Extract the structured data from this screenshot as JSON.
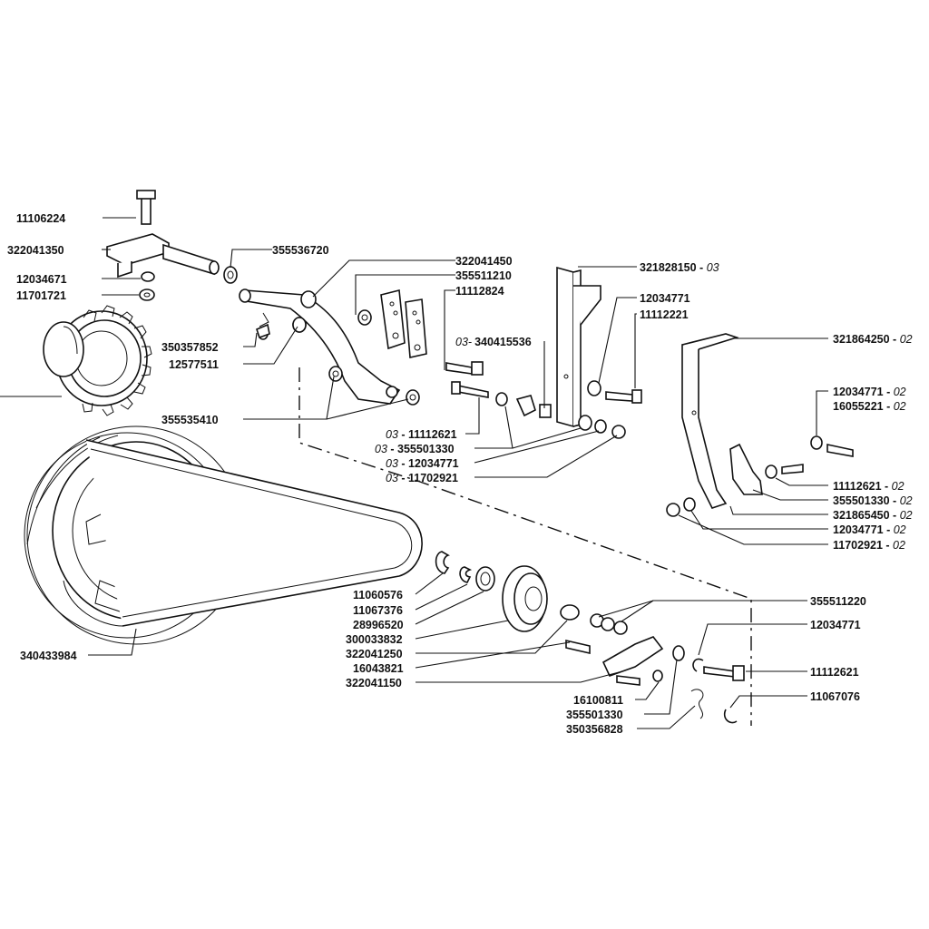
{
  "labels": [
    {
      "id": "l1",
      "text": "11106224"
    },
    {
      "id": "l2",
      "text": "322041350"
    },
    {
      "id": "l3",
      "text": "12034671"
    },
    {
      "id": "l4",
      "text": "11701721"
    },
    {
      "id": "l5",
      "text": "355536720"
    },
    {
      "id": "l6",
      "text": "322041450"
    },
    {
      "id": "l7",
      "text": "355511210"
    },
    {
      "id": "l8",
      "text": "11112824"
    },
    {
      "id": "l9",
      "text": "340415536",
      "prefix": "03-"
    },
    {
      "id": "l10",
      "text": "350357852"
    },
    {
      "id": "l11",
      "text": "12577511"
    },
    {
      "id": "l12",
      "text": "355535410"
    },
    {
      "id": "l13",
      "text": "11112621",
      "prefix": "03"
    },
    {
      "id": "l14",
      "text": "355501330",
      "prefix": "03"
    },
    {
      "id": "l15",
      "text": "12034771",
      "prefix": "03"
    },
    {
      "id": "l16",
      "text": "11702921",
      "prefix": "03"
    },
    {
      "id": "l17",
      "text": "321828150",
      "suffix": "03"
    },
    {
      "id": "l18",
      "text": "12034771"
    },
    {
      "id": "l19",
      "text": "11112221"
    },
    {
      "id": "l20",
      "text": "321864250",
      "suffix": "02"
    },
    {
      "id": "l21",
      "text": "12034771",
      "suffix": "02"
    },
    {
      "id": "l22",
      "text": "16055221",
      "suffix": "02"
    },
    {
      "id": "l23",
      "text": "11112621",
      "suffix": "02"
    },
    {
      "id": "l24",
      "text": "355501330",
      "suffix": "02"
    },
    {
      "id": "l25",
      "text": "321865450",
      "suffix": "02"
    },
    {
      "id": "l26",
      "text": "12034771",
      "suffix": "02"
    },
    {
      "id": "l27",
      "text": "11702921",
      "suffix": "02"
    },
    {
      "id": "l28",
      "text": "11060576"
    },
    {
      "id": "l29",
      "text": "11067376"
    },
    {
      "id": "l30",
      "text": "28996520"
    },
    {
      "id": "l31",
      "text": "300033832"
    },
    {
      "id": "l32",
      "text": "322041250"
    },
    {
      "id": "l33",
      "text": "16043821"
    },
    {
      "id": "l34",
      "text": "322041150"
    },
    {
      "id": "l35",
      "text": "355511220"
    },
    {
      "id": "l36",
      "text": "12034771"
    },
    {
      "id": "l37",
      "text": "11112621"
    },
    {
      "id": "l38",
      "text": "11067076"
    },
    {
      "id": "l39",
      "text": "16100811"
    },
    {
      "id": "l40",
      "text": "355501330"
    },
    {
      "id": "l41",
      "text": "350356828"
    },
    {
      "id": "l42",
      "text": "340433984"
    }
  ]
}
